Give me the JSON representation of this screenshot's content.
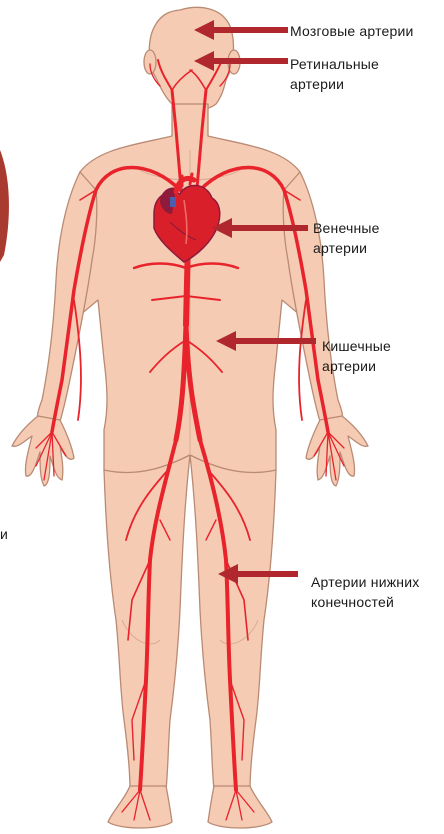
{
  "labels": {
    "brain": "Мозговые артерии",
    "retinal": "Ретинальные\nартерии",
    "coronary": "Венечные\nартерии",
    "intestinal": "Кишечные\nартерии",
    "lower_limb": "Артерии нижних\nконечностей",
    "cut_off_edge": "и"
  },
  "colors": {
    "skin": "#f6cbb3",
    "skin_outline": "#b98a74",
    "artery": "#e8232c",
    "heart": "#d9202a",
    "heart_dark": "#8e1a3c",
    "arrow": "#b0282d",
    "left_edge_muscle": "#a83a30"
  },
  "icons": {
    "pointer": "arrow-left-icon",
    "organ": "heart-icon"
  }
}
